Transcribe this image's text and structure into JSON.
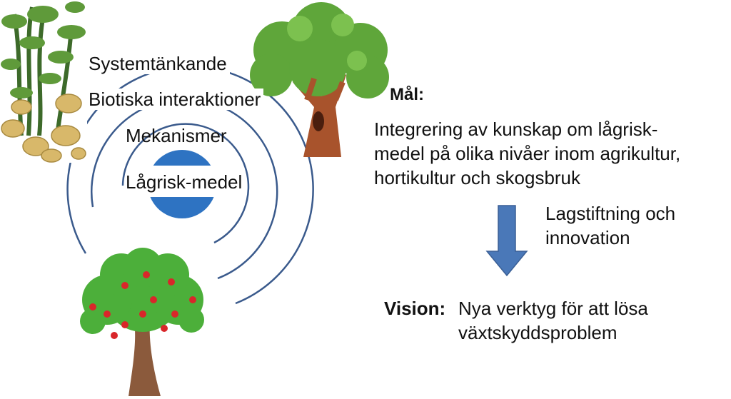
{
  "rings": {
    "labels": {
      "outer": "Systemtänkande",
      "second": "Biotiska interaktioner",
      "third": "Mekanismer",
      "core": "Lågrisk-medel"
    },
    "colors": {
      "ring_stroke": "#3a5a8c",
      "core_fill": "#2e73c2"
    }
  },
  "goal": {
    "heading": "Mål:",
    "lines": [
      "Integrering av kunskap om lågrisk-",
      "medel på olika nivåer inom agrikultur,",
      "hortikultur och skogsbruk"
    ]
  },
  "arrow": {
    "label_lines": [
      "Lagstiftning och",
      "innovation"
    ],
    "color": "#4a78b8"
  },
  "vision": {
    "heading": "Vision:",
    "lines": [
      "Nya verktyg  för att lösa",
      "växtskyddsproblem"
    ]
  },
  "illustrations": {
    "potato_plant": "potato-plant-illustration",
    "oak_tree": "oak-tree-illustration",
    "apple_tree": "apple-tree-illustration"
  }
}
